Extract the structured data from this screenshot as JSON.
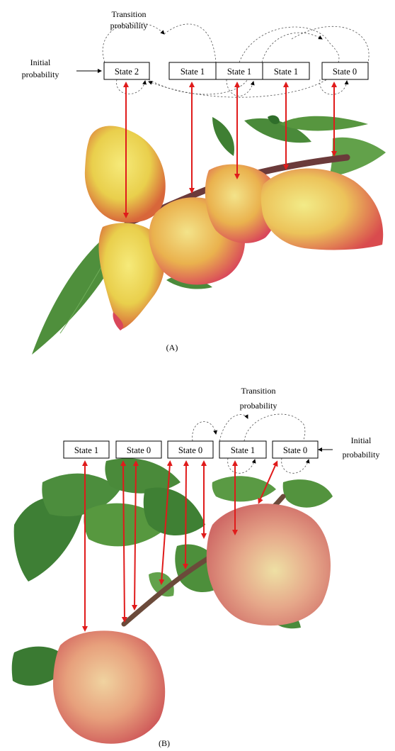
{
  "panel_a": {
    "transition_label_1": "Transition",
    "transition_label_2": "probability",
    "initial_label_1": "Initial",
    "initial_label_2": "probability",
    "states": [
      "State 2",
      "State 1",
      "State 1",
      "State 1",
      "State 0"
    ],
    "caption": "(A)"
  },
  "panel_b": {
    "transition_label_1": "Transition",
    "transition_label_2": "probability",
    "initial_label_1": "Initial",
    "initial_label_2": "probability",
    "states": [
      "State 1",
      "State 0",
      "State 0",
      "State 1",
      "State 0"
    ],
    "caption": "(B)"
  },
  "colors": {
    "arrow": "#e01b1b",
    "peach_yellow": "#e8d24a",
    "peach_red": "#d9534f",
    "leaf": "#3d8a3a",
    "branch": "#6b3a3a"
  }
}
